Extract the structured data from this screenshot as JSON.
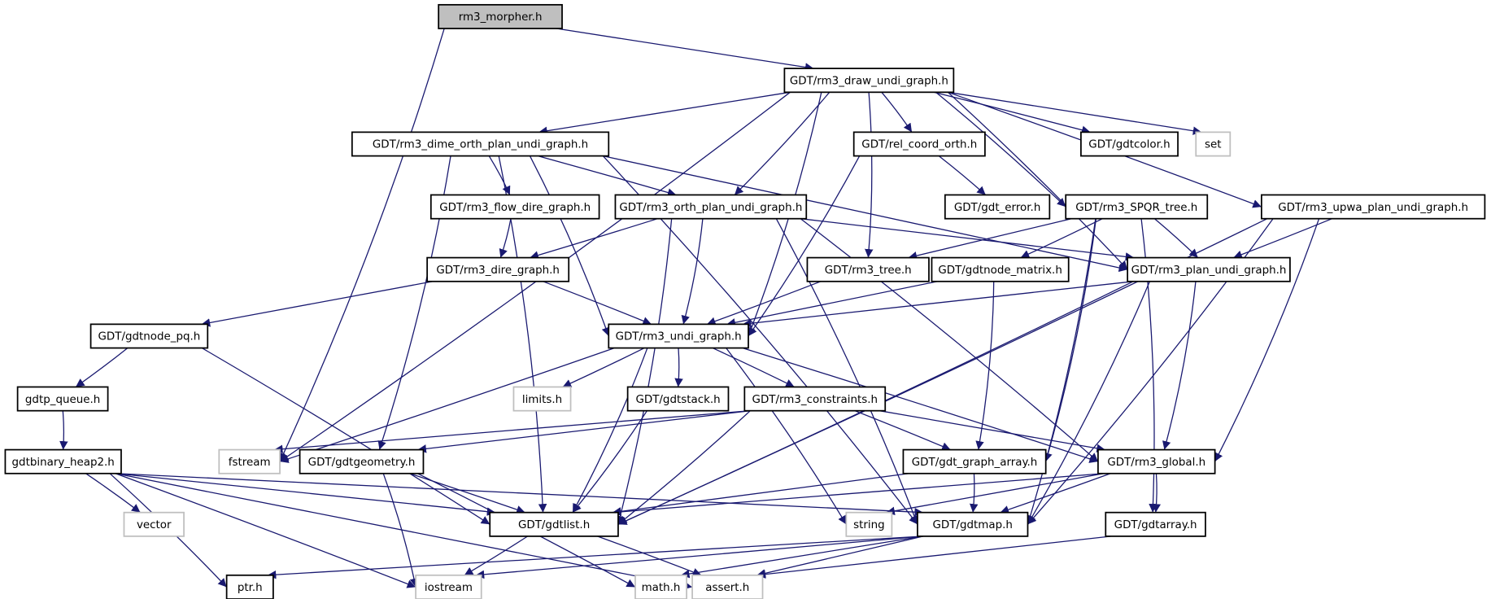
{
  "colors": {
    "edge": "#191970",
    "node_border": "#000000",
    "missing_border": "#bfbfbf",
    "root_fill": "#bfbfbf"
  },
  "nodes": [
    {
      "id": "morpher",
      "label": "rm3_morpher.h",
      "kind": "root"
    },
    {
      "id": "draw",
      "label": "GDT/rm3_draw_undi_graph.h"
    },
    {
      "id": "dime",
      "label": "GDT/rm3_dime_orth_plan_undi_graph.h"
    },
    {
      "id": "relcoord",
      "label": "GDT/rel_coord_orth.h"
    },
    {
      "id": "gdtcolor",
      "label": "GDT/gdtcolor.h"
    },
    {
      "id": "set",
      "label": "set",
      "kind": "system"
    },
    {
      "id": "flow",
      "label": "GDT/rm3_flow_dire_graph.h"
    },
    {
      "id": "orth",
      "label": "GDT/rm3_orth_plan_undi_graph.h"
    },
    {
      "id": "gdterror",
      "label": "GDT/gdt_error.h"
    },
    {
      "id": "spqr",
      "label": "GDT/rm3_SPQR_tree.h"
    },
    {
      "id": "upwa",
      "label": "GDT/rm3_upwa_plan_undi_graph.h"
    },
    {
      "id": "dire",
      "label": "GDT/rm3_dire_graph.h"
    },
    {
      "id": "tree",
      "label": "GDT/rm3_tree.h"
    },
    {
      "id": "nodematrix",
      "label": "GDT/gdtnode_matrix.h"
    },
    {
      "id": "plan",
      "label": "GDT/rm3_plan_undi_graph.h"
    },
    {
      "id": "nodepq",
      "label": "GDT/gdtnode_pq.h"
    },
    {
      "id": "undi",
      "label": "GDT/rm3_undi_graph.h"
    },
    {
      "id": "queue",
      "label": "gdtp_queue.h"
    },
    {
      "id": "limits",
      "label": "limits.h",
      "kind": "system"
    },
    {
      "id": "stack",
      "label": "GDT/gdtstack.h"
    },
    {
      "id": "constraints",
      "label": "GDT/rm3_constraints.h"
    },
    {
      "id": "heap2",
      "label": "gdtbinary_heap2.h"
    },
    {
      "id": "fstream",
      "label": "fstream",
      "kind": "system"
    },
    {
      "id": "geometry",
      "label": "GDT/gdtgeometry.h"
    },
    {
      "id": "graph_array",
      "label": "GDT/gdt_graph_array.h"
    },
    {
      "id": "global",
      "label": "GDT/rm3_global.h"
    },
    {
      "id": "vector",
      "label": "vector",
      "kind": "system"
    },
    {
      "id": "gdtlist",
      "label": "GDT/gdtlist.h"
    },
    {
      "id": "string",
      "label": "string",
      "kind": "system"
    },
    {
      "id": "gdtmap",
      "label": "GDT/gdtmap.h"
    },
    {
      "id": "gdtarray",
      "label": "GDT/gdtarray.h"
    },
    {
      "id": "ptr",
      "label": "ptr.h"
    },
    {
      "id": "iostream",
      "label": "iostream",
      "kind": "system"
    },
    {
      "id": "math",
      "label": "math.h",
      "kind": "system"
    },
    {
      "id": "assert",
      "label": "assert.h",
      "kind": "system"
    }
  ],
  "edges": [
    [
      "morpher",
      "draw"
    ],
    [
      "morpher",
      "fstream"
    ],
    [
      "draw",
      "dime"
    ],
    [
      "draw",
      "relcoord"
    ],
    [
      "draw",
      "gdtcolor"
    ],
    [
      "draw",
      "set"
    ],
    [
      "draw",
      "orth"
    ],
    [
      "draw",
      "spqr"
    ],
    [
      "draw",
      "upwa"
    ],
    [
      "draw",
      "tree"
    ],
    [
      "draw",
      "plan"
    ],
    [
      "draw",
      "undi"
    ],
    [
      "draw",
      "fstream"
    ],
    [
      "dime",
      "flow"
    ],
    [
      "dime",
      "orth"
    ],
    [
      "dime",
      "plan"
    ],
    [
      "dime",
      "undi"
    ],
    [
      "dime",
      "geometry"
    ],
    [
      "dime",
      "gdtlist"
    ],
    [
      "dime",
      "gdtmap"
    ],
    [
      "relcoord",
      "gdterror"
    ],
    [
      "relcoord",
      "undi"
    ],
    [
      "flow",
      "dire"
    ],
    [
      "orth",
      "dire"
    ],
    [
      "orth",
      "undi"
    ],
    [
      "orth",
      "plan"
    ],
    [
      "orth",
      "gdtlist"
    ],
    [
      "orth",
      "global"
    ],
    [
      "orth",
      "gdtmap"
    ],
    [
      "spqr",
      "tree"
    ],
    [
      "spqr",
      "nodematrix"
    ],
    [
      "spqr",
      "plan"
    ],
    [
      "spqr",
      "graph_array"
    ],
    [
      "spqr",
      "gdtmap"
    ],
    [
      "spqr",
      "gdtarray"
    ],
    [
      "upwa",
      "plan"
    ],
    [
      "upwa",
      "global"
    ],
    [
      "upwa",
      "gdtmap"
    ],
    [
      "upwa",
      "gdtlist"
    ],
    [
      "tree",
      "undi"
    ],
    [
      "dire",
      "undi"
    ],
    [
      "dire",
      "nodepq"
    ],
    [
      "nodematrix",
      "undi"
    ],
    [
      "nodematrix",
      "graph_array"
    ],
    [
      "plan",
      "undi"
    ],
    [
      "plan",
      "global"
    ],
    [
      "plan",
      "gdtlist"
    ],
    [
      "plan",
      "gdtmap"
    ],
    [
      "nodepq",
      "queue"
    ],
    [
      "nodepq",
      "gdtlist"
    ],
    [
      "queue",
      "heap2"
    ],
    [
      "undi",
      "limits"
    ],
    [
      "undi",
      "stack"
    ],
    [
      "undi",
      "constraints"
    ],
    [
      "undi",
      "global"
    ],
    [
      "undi",
      "string"
    ],
    [
      "undi",
      "gdtlist"
    ],
    [
      "undi",
      "fstream"
    ],
    [
      "stack",
      "gdtlist"
    ],
    [
      "constraints",
      "fstream"
    ],
    [
      "constraints",
      "geometry"
    ],
    [
      "constraints",
      "graph_array"
    ],
    [
      "constraints",
      "global"
    ],
    [
      "constraints",
      "gdtlist"
    ],
    [
      "geometry",
      "gdtlist"
    ],
    [
      "geometry",
      "iostream"
    ],
    [
      "geometry",
      "math"
    ],
    [
      "graph_array",
      "gdtlist"
    ],
    [
      "graph_array",
      "gdtmap"
    ],
    [
      "global",
      "gdtlist"
    ],
    [
      "global",
      "gdtmap"
    ],
    [
      "global",
      "gdtarray"
    ],
    [
      "global",
      "string"
    ],
    [
      "heap2",
      "vector"
    ],
    [
      "heap2",
      "ptr"
    ],
    [
      "heap2",
      "iostream"
    ],
    [
      "heap2",
      "gdtlist"
    ],
    [
      "heap2",
      "assert"
    ],
    [
      "heap2",
      "gdtmap"
    ],
    [
      "gdtlist",
      "iostream"
    ],
    [
      "gdtlist",
      "assert"
    ],
    [
      "gdtmap",
      "ptr"
    ],
    [
      "gdtmap",
      "iostream"
    ],
    [
      "gdtmap",
      "math"
    ],
    [
      "gdtmap",
      "assert"
    ],
    [
      "gdtarray",
      "assert"
    ]
  ]
}
